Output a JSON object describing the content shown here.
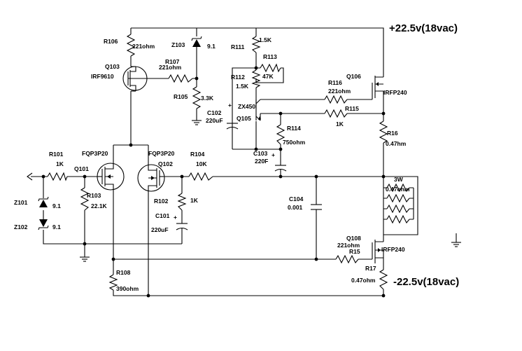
{
  "rails": {
    "positive": "+22.5v(18vac)",
    "negative": "-22.5v(18vac)"
  },
  "labels": {
    "r106": "R106",
    "r106_val": "221ohm",
    "z103": "Z103",
    "z103_val": "9.1",
    "r111": "R111",
    "r111_val": "1.5K",
    "r113": "R113",
    "r113_val": "47K",
    "r107": "R107",
    "r107_val": "221ohm",
    "q103": "Q103",
    "q103_type": "IRF9610",
    "r112": "R112",
    "r112_val": "1.5K",
    "r105": "R105",
    "r105_val": "3.3K",
    "r116": "R116",
    "r116_val": "221ohm",
    "q106": "Q106",
    "q106_type": "IRFP240",
    "c102": "C102",
    "c102_val": "220uF",
    "zx450": "ZX450",
    "q105": "Q105",
    "r115": "R115",
    "r115_val": "1K",
    "r114": "R114",
    "r114_val": "750ohm",
    "r16": "R16",
    "r16_val": "0.47hm",
    "r101": "R101",
    "r101_val": "1K",
    "q101_type": "FQP3P20",
    "q101": "Q101",
    "q102_type": "FQP3P20",
    "q102": "Q102",
    "r104": "R104",
    "r104_val": "10K",
    "c103": "C103",
    "c103_val": "220F",
    "r103": "R103",
    "r103_val": "22.1K",
    "z101": "Z101",
    "z101_val": "9.1",
    "z102": "Z102",
    "z102_val": "9.1",
    "r102": "R102",
    "r102_val": "1K",
    "c101": "C101",
    "c101_val": "220uF",
    "c104": "C104",
    "c104_val": "0.001",
    "bank_w": "3W",
    "bank_val": "0.47ohm",
    "q108": "Q108",
    "r15_val": "221ohm",
    "r15": "R15",
    "q108_type": "IRFP240",
    "r17": "R17",
    "r17_val": "0.47ohm",
    "r108": "R108",
    "r108_val": "390ohm"
  }
}
